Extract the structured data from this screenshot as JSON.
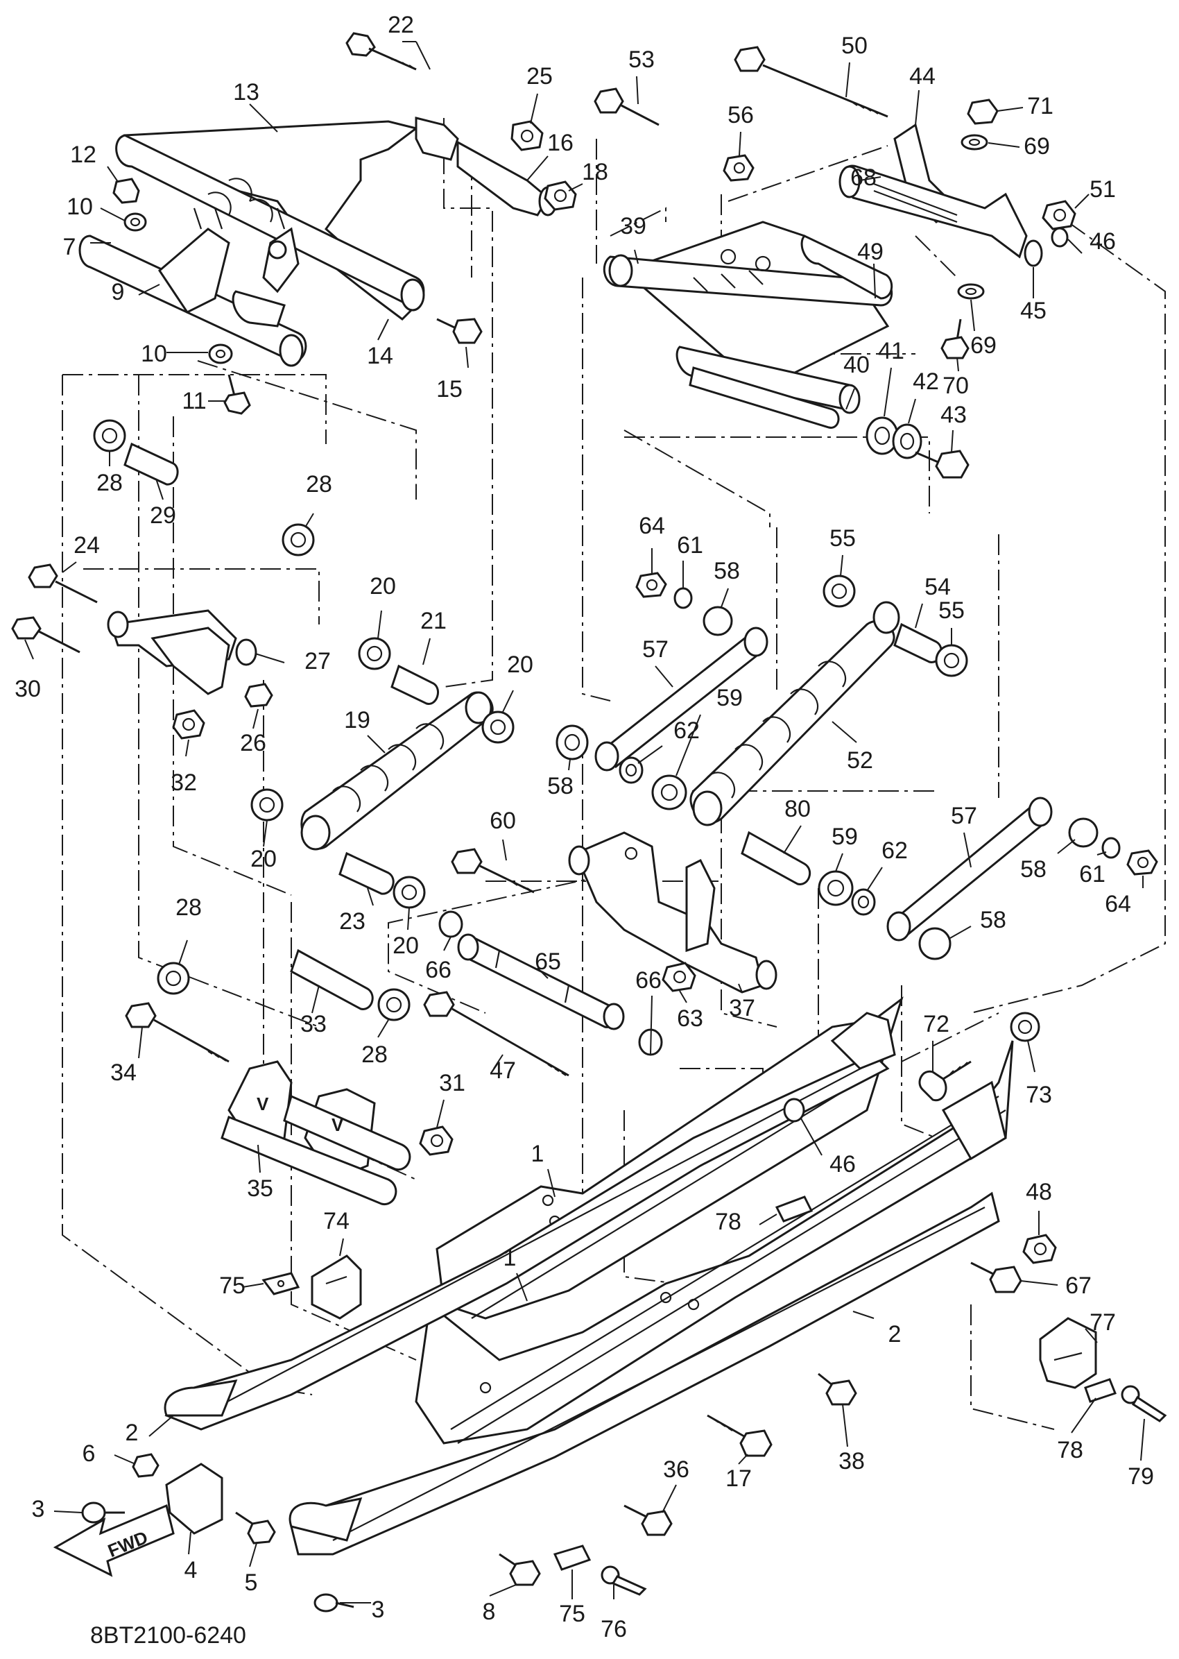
{
  "diagram_code": "8BT2100-6240",
  "direction_label": "FWD",
  "colors": {
    "ink": "#1a1a1a",
    "paper": "#ffffff"
  },
  "callouts": [
    {
      "id": "c22",
      "text": "22"
    },
    {
      "id": "c25",
      "text": "25"
    },
    {
      "id": "c13",
      "text": "13"
    },
    {
      "id": "c16",
      "text": "16"
    },
    {
      "id": "c12",
      "text": "12"
    },
    {
      "id": "c18",
      "text": "18"
    },
    {
      "id": "c10a",
      "text": "10"
    },
    {
      "id": "c7",
      "text": "7"
    },
    {
      "id": "c9",
      "text": "9"
    },
    {
      "id": "c10b",
      "text": "10"
    },
    {
      "id": "c14",
      "text": "14"
    },
    {
      "id": "c15",
      "text": "15"
    },
    {
      "id": "c11",
      "text": "11"
    },
    {
      "id": "c28a",
      "text": "28"
    },
    {
      "id": "c29",
      "text": "29"
    },
    {
      "id": "c28b",
      "text": "28"
    },
    {
      "id": "c24",
      "text": "24"
    },
    {
      "id": "c30",
      "text": "30"
    },
    {
      "id": "c27",
      "text": "27"
    },
    {
      "id": "c20a",
      "text": "20"
    },
    {
      "id": "c21",
      "text": "21"
    },
    {
      "id": "c20b",
      "text": "20"
    },
    {
      "id": "c26",
      "text": "26"
    },
    {
      "id": "c32",
      "text": "32"
    },
    {
      "id": "c19",
      "text": "19"
    },
    {
      "id": "c20c",
      "text": "20"
    },
    {
      "id": "c23",
      "text": "23"
    },
    {
      "id": "c20d",
      "text": "20"
    },
    {
      "id": "c28c",
      "text": "28"
    },
    {
      "id": "c33",
      "text": "33"
    },
    {
      "id": "c28d",
      "text": "28"
    },
    {
      "id": "c34",
      "text": "34"
    },
    {
      "id": "c31",
      "text": "31"
    },
    {
      "id": "c35",
      "text": "35"
    },
    {
      "id": "c74",
      "text": "74"
    },
    {
      "id": "c75a",
      "text": "75"
    },
    {
      "id": "c2a",
      "text": "2"
    },
    {
      "id": "c6",
      "text": "6"
    },
    {
      "id": "c3a",
      "text": "3"
    },
    {
      "id": "c4",
      "text": "4"
    },
    {
      "id": "c5",
      "text": "5"
    },
    {
      "id": "c3b",
      "text": "3"
    },
    {
      "id": "c8",
      "text": "8"
    },
    {
      "id": "c75b",
      "text": "75"
    },
    {
      "id": "c76",
      "text": "76"
    },
    {
      "id": "c36",
      "text": "36"
    },
    {
      "id": "c17",
      "text": "17"
    },
    {
      "id": "c1a",
      "text": "1"
    },
    {
      "id": "c1b",
      "text": "1"
    },
    {
      "id": "c47",
      "text": "47"
    },
    {
      "id": "c66a",
      "text": "66"
    },
    {
      "id": "c65",
      "text": "65"
    },
    {
      "id": "c66b",
      "text": "66"
    },
    {
      "id": "c63",
      "text": "63"
    },
    {
      "id": "c37",
      "text": "37"
    },
    {
      "id": "c60",
      "text": "60"
    },
    {
      "id": "c58a",
      "text": "58"
    },
    {
      "id": "c62a",
      "text": "62"
    },
    {
      "id": "c59a",
      "text": "59"
    },
    {
      "id": "c57a",
      "text": "57"
    },
    {
      "id": "c64a",
      "text": "64"
    },
    {
      "id": "c61a",
      "text": "61"
    },
    {
      "id": "c58b",
      "text": "58"
    },
    {
      "id": "c53",
      "text": "53"
    },
    {
      "id": "c56",
      "text": "56"
    },
    {
      "id": "c39",
      "text": "39"
    },
    {
      "id": "c50",
      "text": "50"
    },
    {
      "id": "c44",
      "text": "44"
    },
    {
      "id": "c71",
      "text": "71"
    },
    {
      "id": "c69a",
      "text": "69"
    },
    {
      "id": "c68",
      "text": "68"
    },
    {
      "id": "c51",
      "text": "51"
    },
    {
      "id": "c49",
      "text": "49"
    },
    {
      "id": "c46a",
      "text": "46"
    },
    {
      "id": "c45",
      "text": "45"
    },
    {
      "id": "c69b",
      "text": "69"
    },
    {
      "id": "c70",
      "text": "70"
    },
    {
      "id": "c40",
      "text": "40"
    },
    {
      "id": "c41",
      "text": "41"
    },
    {
      "id": "c42",
      "text": "42"
    },
    {
      "id": "c43",
      "text": "43"
    },
    {
      "id": "c55a",
      "text": "55"
    },
    {
      "id": "c54",
      "text": "54"
    },
    {
      "id": "c55b",
      "text": "55"
    },
    {
      "id": "c52",
      "text": "52"
    },
    {
      "id": "c80",
      "text": "80"
    },
    {
      "id": "c59b",
      "text": "59"
    },
    {
      "id": "c62b",
      "text": "62"
    },
    {
      "id": "c57b",
      "text": "57"
    },
    {
      "id": "c58c",
      "text": "58"
    },
    {
      "id": "c61b",
      "text": "61"
    },
    {
      "id": "c64b",
      "text": "64"
    },
    {
      "id": "c58d",
      "text": "58"
    },
    {
      "id": "c72",
      "text": "72"
    },
    {
      "id": "c73",
      "text": "73"
    },
    {
      "id": "c46b",
      "text": "46"
    },
    {
      "id": "c78a",
      "text": "78"
    },
    {
      "id": "c48",
      "text": "48"
    },
    {
      "id": "c67",
      "text": "67"
    },
    {
      "id": "c2b",
      "text": "2"
    },
    {
      "id": "c77",
      "text": "77"
    },
    {
      "id": "c38",
      "text": "38"
    },
    {
      "id": "c78b",
      "text": "78"
    },
    {
      "id": "c79",
      "text": "79"
    }
  ]
}
